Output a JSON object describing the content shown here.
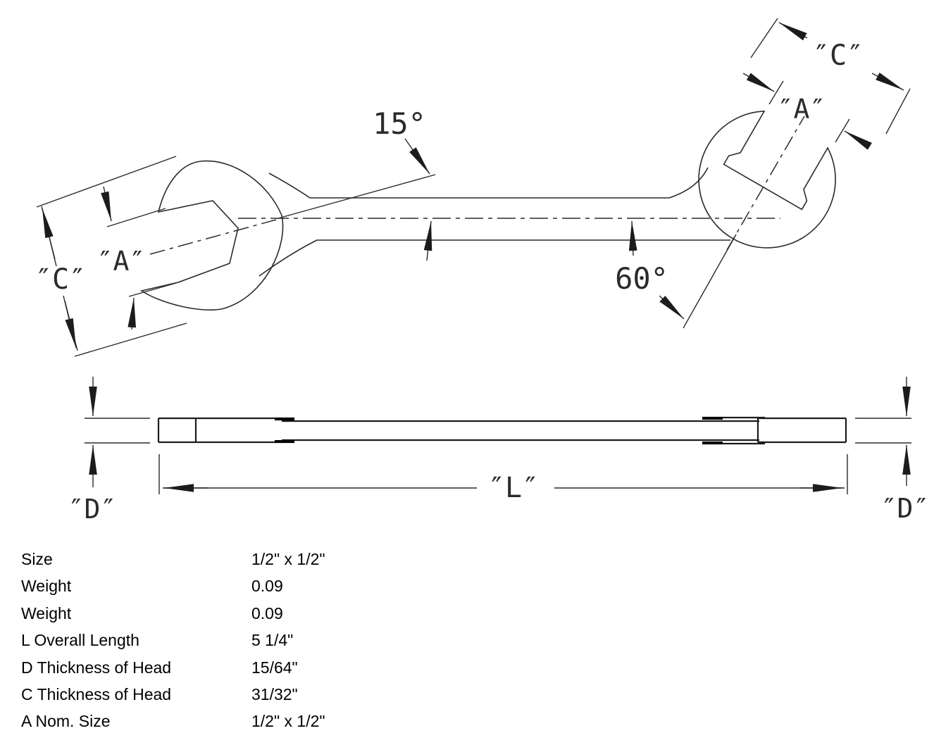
{
  "drawing": {
    "top_view": {
      "left_head": {
        "angle_label": "15°",
        "width_label": "″C″",
        "opening_label": "″A″"
      },
      "right_head": {
        "angle_label": "60°",
        "width_label": "″C″",
        "opening_label": "″A″"
      }
    },
    "side_view": {
      "thickness_label_left": "″D″",
      "thickness_label_right": "″D″",
      "length_label": "″L″"
    }
  },
  "table": {
    "rows": [
      {
        "label": "Size",
        "value": "1/2\" x 1/2\""
      },
      {
        "label": "Weight",
        "value": "0.09"
      },
      {
        "label": "Weight",
        "value": "0.09"
      },
      {
        "label": "L Overall Length",
        "value": "5 1/4\""
      },
      {
        "label": "D Thickness of Head",
        "value": "15/64\""
      },
      {
        "label": "C Thickness of Head",
        "value": "31/32\""
      },
      {
        "label": "A Nom. Size",
        "value": "1/2\" x 1/2\""
      }
    ]
  }
}
